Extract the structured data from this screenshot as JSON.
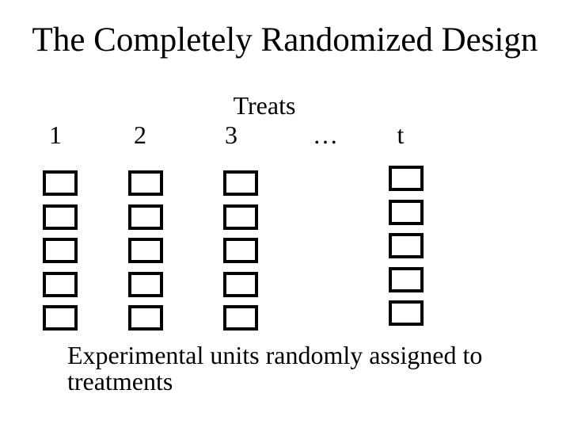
{
  "slide": {
    "title": "The Completely Randomized Design",
    "treats_label": "Treats",
    "column_headers": [
      "1",
      "2",
      "3",
      "…",
      "t"
    ],
    "treatment_columns_shown": 4,
    "replicates_per_treatment": 5,
    "caption_lines": [
      "Experimental units randomly assigned to",
      "treatments"
    ],
    "colors": {
      "background": "#ffffff",
      "text": "#000000",
      "box_border": "#000000",
      "box_fill": "#ffffff"
    }
  }
}
